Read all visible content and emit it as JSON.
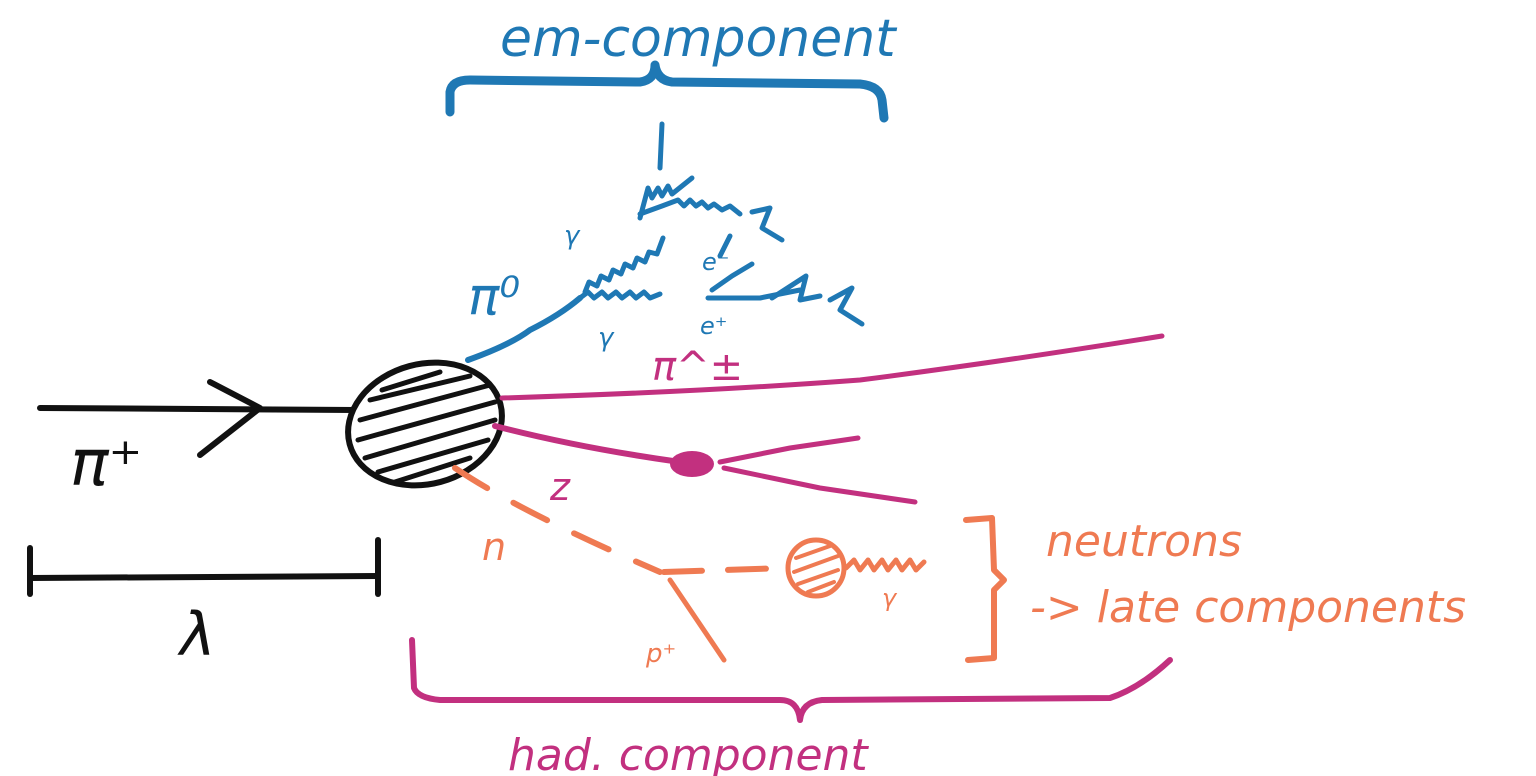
{
  "colors": {
    "black": "#111111",
    "blue": "#1f78b4",
    "pink": "#c2307f",
    "orange": "#ef7a52"
  },
  "labels": {
    "em_component": "em-component",
    "pi0": "π⁰",
    "gamma_upper": "γ",
    "gamma_lower": "γ",
    "e_minus": "e⁻",
    "e_plus": "e⁺",
    "pi_pm": "π^±",
    "pi_plus": "π⁺",
    "z": "z",
    "n": "n",
    "p_plus": "p⁺",
    "gamma_orange": "γ",
    "neutrons": "neutrons",
    "late_components": "-> late components",
    "lambda": "λ",
    "had_component": "had. component"
  },
  "icons": {
    "collision": "hatched-ellipse",
    "decay_vertex": "filled-blob",
    "neutron_capture": "hatched-circle"
  }
}
